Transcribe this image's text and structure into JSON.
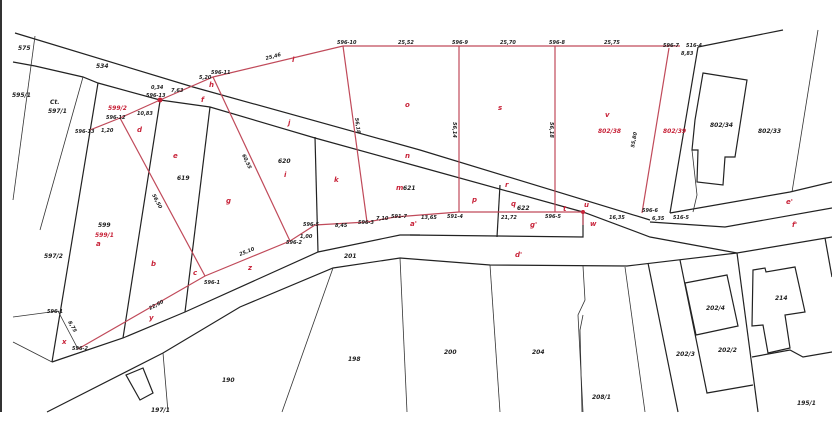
{
  "colors": {
    "boundary": "#222222",
    "new_boundary": "#c04a5a",
    "label_red": "#c8243a"
  },
  "parcels": {
    "p575": "575",
    "p595_1": "595/1",
    "p597_1": "597/1",
    "p597_2": "597/2",
    "p599": "599",
    "p599_1": "599/1",
    "p599_2": "599/2",
    "p619": "619",
    "p620": "620",
    "p621": "621",
    "p622": "622",
    "p802_38": "802/38",
    "p802_39": "802/39",
    "p802_34": "802/34",
    "p802_33": "802/33",
    "p534": "534",
    "p201": "201",
    "p198": "198",
    "p200": "200",
    "p204": "204",
    "p208_1": "208/1",
    "p202_3": "202/3",
    "p202_4": "202/4",
    "p202_2": "202/2",
    "p214": "214",
    "p195_1": "195/1",
    "p190": "190",
    "p197_1": "197/1",
    "ct": "Ct."
  },
  "letters": {
    "a": "a",
    "b": "b",
    "c": "c",
    "d": "d",
    "e": "e",
    "f": "f",
    "g": "g",
    "h": "h",
    "i": "i",
    "j": "j",
    "k": "k",
    "l": "l",
    "m": "m",
    "n": "n",
    "o": "o",
    "p": "p",
    "q": "q",
    "r": "r",
    "s": "s",
    "t": "t",
    "u": "u",
    "v": "v",
    "w": "w",
    "x": "x",
    "y": "y",
    "z": "z",
    "aa": "a'",
    "dd": "d'",
    "gg": "g'",
    "ee": "e'",
    "ff": "f'"
  },
  "lengths": [
    "25,46",
    "25,52",
    "25,70",
    "25,75",
    "8,83",
    "5,20",
    "7,63",
    "0,34",
    "10,83",
    "1,20",
    "56,50",
    "60,55",
    "56,18",
    "56,14",
    "56,18",
    "55,80",
    "25,10",
    "22,60",
    "8,75",
    "1,00",
    "8,45",
    "7,10",
    "13,65",
    "21,72",
    "16,35",
    "6,35"
  ],
  "points": [
    "596-10",
    "596-9",
    "596-8",
    "596-7",
    "516-4",
    "596-11",
    "596-13",
    "596-12",
    "596-13",
    "596-5",
    "596-3",
    "591-7",
    "591-4",
    "596-5",
    "596-6",
    "516-5",
    "596-2",
    "596-1",
    "596-2",
    "596-1"
  ]
}
